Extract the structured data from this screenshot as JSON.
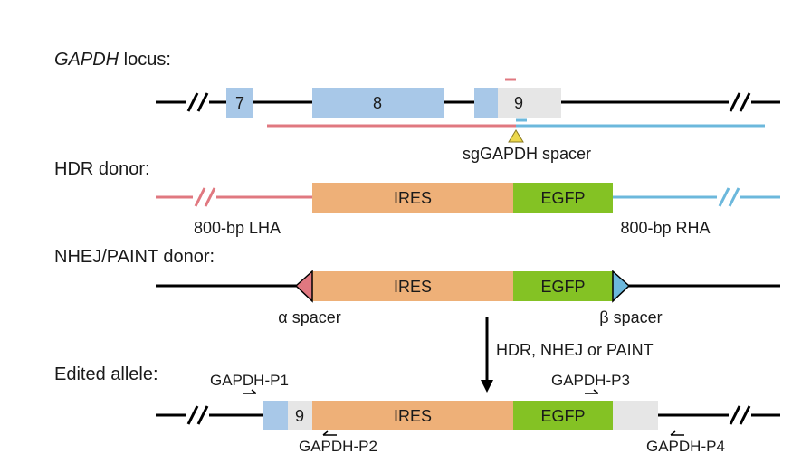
{
  "sections": {
    "locus_gene": "GAPDH",
    "locus_suffix": " locus:",
    "hdr_donor": "HDR donor:",
    "nhej_donor": "NHEJ/PAINT donor:",
    "edited_allele": "Edited allele:"
  },
  "locus": {
    "exon7": "7",
    "exon8": "8",
    "exon9": "9",
    "spacer_label": "sgGAPDH spacer"
  },
  "hdr": {
    "ires": "IRES",
    "egfp": "EGFP",
    "lha": "800-bp LHA",
    "rha": "800-bp RHA"
  },
  "nhej": {
    "ires": "IRES",
    "egfp": "EGFP",
    "alpha_spacer": "α spacer",
    "beta_spacer": "β spacer"
  },
  "arrow_label": "HDR, NHEJ or PAINT",
  "edited": {
    "exon9": "9",
    "ires": "IRES",
    "egfp": "EGFP",
    "p1": "GAPDH-P1",
    "p2": "GAPDH-P2",
    "p3": "GAPDH-P3",
    "p4": "GAPDH-P4"
  },
  "colors": {
    "exon_blue": "#a8c8e8",
    "exon_grey": "#e6e6e6",
    "ires_orange": "#eeb078",
    "egfp_green": "#84c224",
    "lha_red": "#e07880",
    "rha_blue": "#6cb8dc",
    "spacer_yellow": "#ecd84c"
  }
}
